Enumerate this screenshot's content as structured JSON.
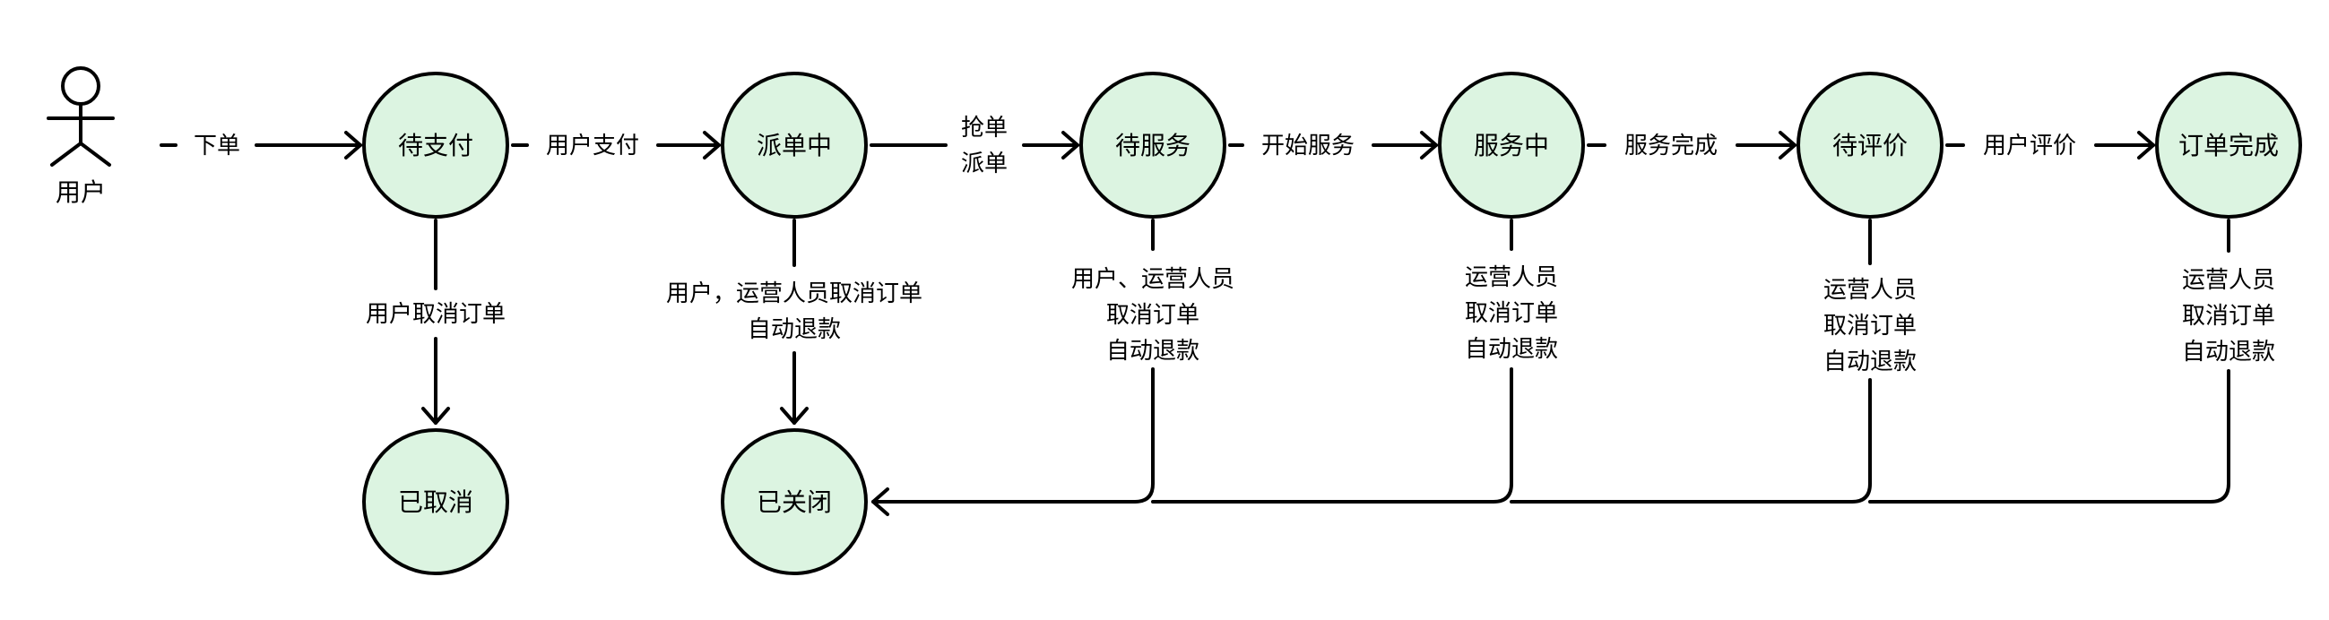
{
  "actor": {
    "label": "用户"
  },
  "nodes": {
    "pending_payment": "待支付",
    "dispatching": "派单中",
    "pending_service": "待服务",
    "in_service": "服务中",
    "pending_review": "待评价",
    "order_complete": "订单完成",
    "cancelled": "已取消",
    "closed": "已关闭"
  },
  "edges": {
    "place_order": "下单",
    "user_pay": "用户支付",
    "grab_order": "抢单",
    "dispatch_order": "派单",
    "start_service": "开始服务",
    "service_complete": "服务完成",
    "user_review": "用户评价",
    "user_cancel": "用户取消订单",
    "dispatch_cancel_1": "用户，运营人员取消订单",
    "dispatch_cancel_2": "自动退款",
    "pending_cancel_1": "用户、运营人员",
    "pending_cancel_2": "取消订单",
    "pending_cancel_3": "自动退款",
    "inservice_cancel_1": "运营人员",
    "inservice_cancel_2": "取消订单",
    "inservice_cancel_3": "自动退款",
    "review_cancel_1": "运营人员",
    "review_cancel_2": "取消订单",
    "review_cancel_3": "自动退款",
    "complete_cancel_1": "运营人员",
    "complete_cancel_2": "取消订单",
    "complete_cancel_3": "自动退款"
  },
  "colors": {
    "node_fill": "#dcf4e1",
    "stroke": "#000000",
    "background": "#ffffff"
  }
}
